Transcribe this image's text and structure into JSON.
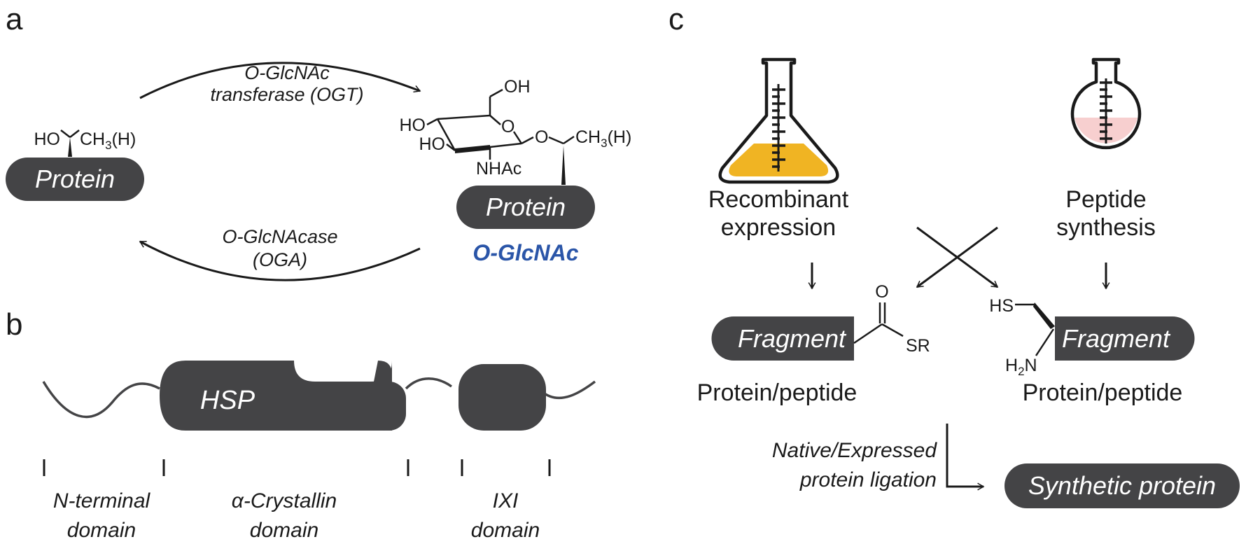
{
  "panels": {
    "a": "a",
    "b": "b",
    "c": "c"
  },
  "panel_a": {
    "left_pill": "Protein",
    "right_pill": "Protein",
    "forward_enzyme_line1": "O-GlcNAc",
    "forward_enzyme_line2": "transferase (OGT)",
    "reverse_enzyme_line1": "O-GlcNAcase",
    "reverse_enzyme_line2": "(OGA)",
    "modification_label": "O-GlcNAc",
    "modification_color": "#2a55a8",
    "left_chem": {
      "ho": "HO",
      "ch3": "CH",
      "sub3": "3",
      "h": "(H)"
    },
    "right_chem": {
      "oh": "OH",
      "o_ring": "O",
      "ho1": "HO",
      "ho2": "HO",
      "nhac": "NHAc",
      "o_link": "O",
      "ch3": "CH",
      "sub3": "3",
      "h": "(H)"
    }
  },
  "panel_b": {
    "hsp_label": "HSP",
    "domains": [
      {
        "line1": "N-terminal",
        "line2": "domain"
      },
      {
        "line1": "α-Crystallin",
        "line2": "domain"
      },
      {
        "line1": "IXI",
        "line2": "domain"
      }
    ]
  },
  "panel_c": {
    "recombinant_line1": "Recombinant",
    "recombinant_line2": "expression",
    "peptide_line1": "Peptide",
    "peptide_line2": "synthesis",
    "fragment_left": "Fragment",
    "fragment_right": "Fragment",
    "thioester_o": "O",
    "thioester_sr": "SR",
    "cys_hs": "HS",
    "cys_h": "H",
    "cys_sub2": "2",
    "cys_n": "N",
    "product_left": "Protein/peptide",
    "product_right": "Protein/peptide",
    "ligation_line1": "Native/Expressed",
    "ligation_line2": "protein ligation",
    "synthetic_protein": "Synthetic protein",
    "flask_liquid_color": "#f0b423",
    "round_flask_liquid_color": "#f7cfcf"
  },
  "colors": {
    "pill": "#444446",
    "ink": "#1a1a1a"
  }
}
